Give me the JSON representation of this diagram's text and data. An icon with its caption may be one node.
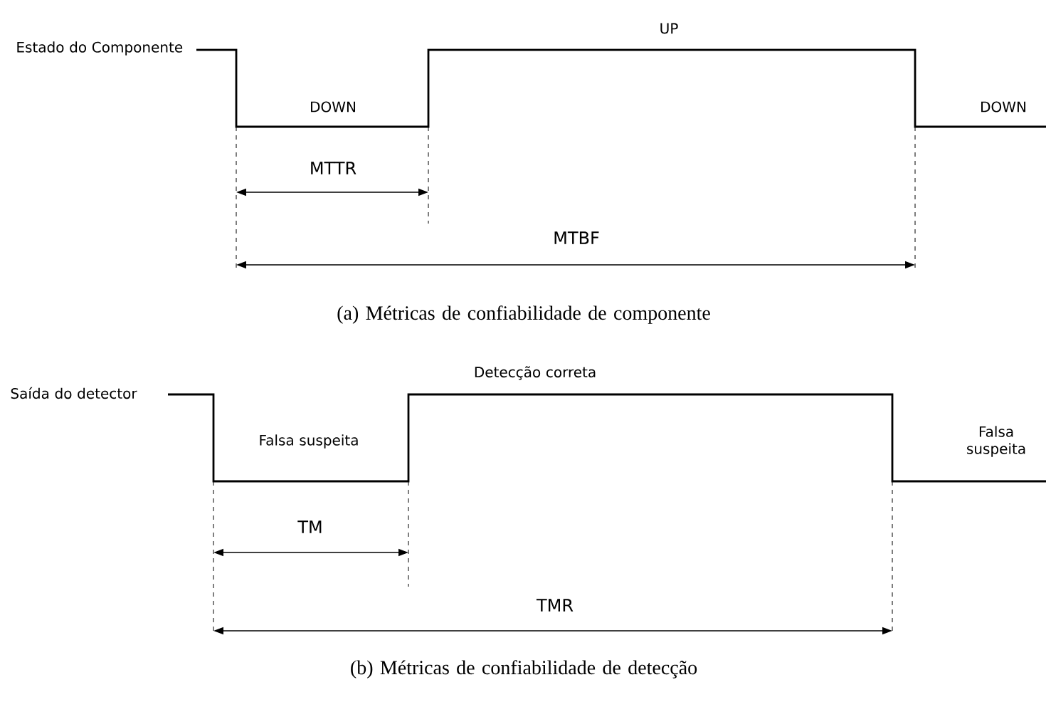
{
  "diagram": {
    "labels": [
      "Estado do Componente",
      "UP",
      "DOWN",
      "DOWN",
      "MTTR",
      "MTBF",
      "(a) Métricas de confiabilidade de componente",
      "Saída do detector",
      "Detecção correta",
      "Falsa suspeita",
      "Falsa suspeita",
      "TM",
      "TMR",
      "(b) Métricas de confiabilidade de detecção"
    ]
  }
}
